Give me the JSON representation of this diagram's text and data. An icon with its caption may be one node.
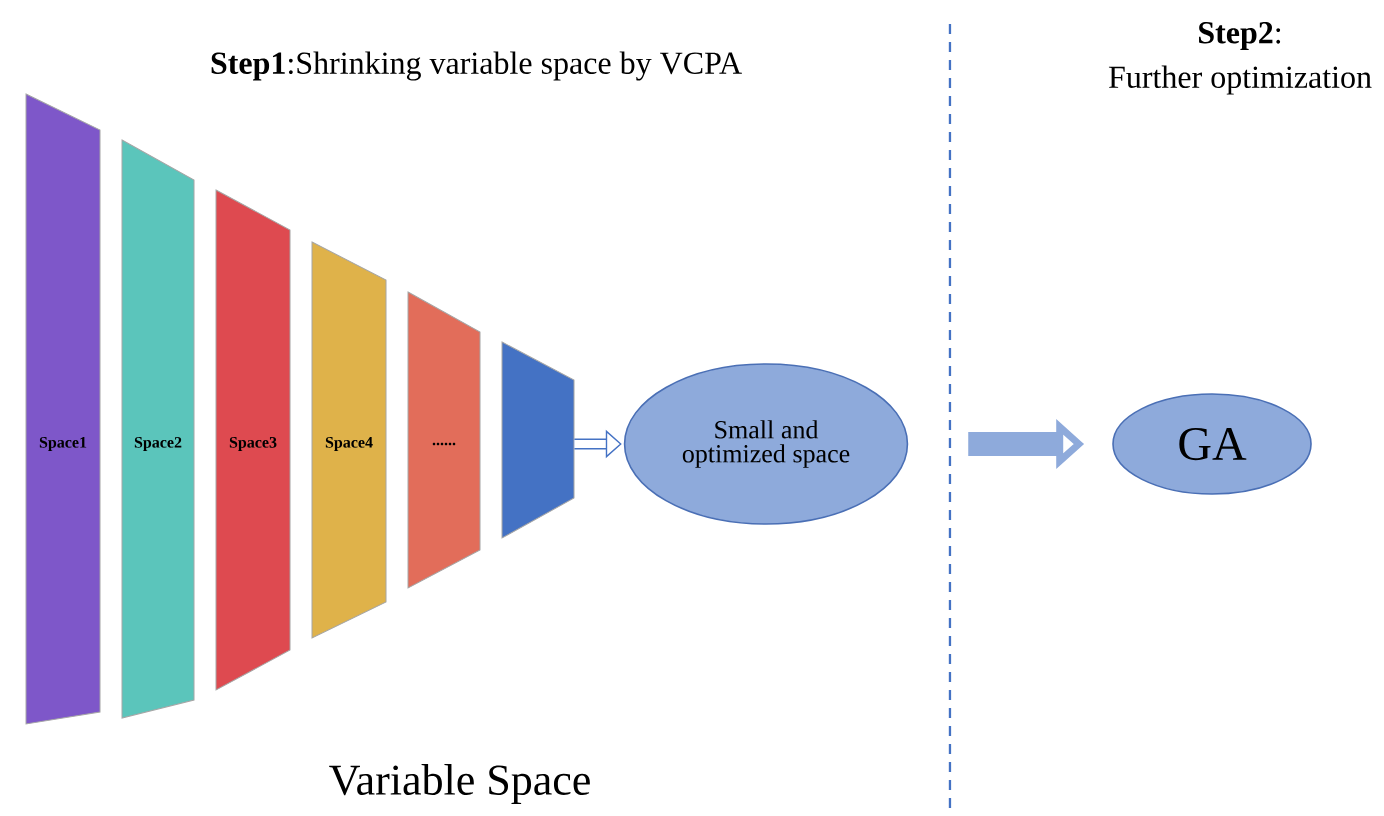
{
  "diagram": {
    "title": "**Step1**:Shrinking variable space by VCPA",
    "nodes": [
      {
        "text": [
          "Space1"
        ]
      },
      {
        "text": [
          "Space2"
        ]
      },
      {
        "text": [
          "Space3"
        ]
      },
      {
        "text": [
          "Space4"
        ]
      },
      {
        "text": [
          "......"
        ]
      },
      {
        "text": [],
        "shape": "trapezoid"
      },
      {
        "text": [
          "Small and optimized space"
        ]
      },
      {
        "text": [
          "GA"
        ]
      }
    ],
    "edges": [
      {
        "from": 5,
        "to": 6,
        "arrow": "to"
      },
      {
        "from": 6,
        "to": 7,
        "arrow": "to",
        "style": "thick",
        "color": "#8eaadb"
      }
    ],
    "labels": [
      "**Step2**:",
      "Further optimization",
      "Variable Space"
    ]
  }
}
